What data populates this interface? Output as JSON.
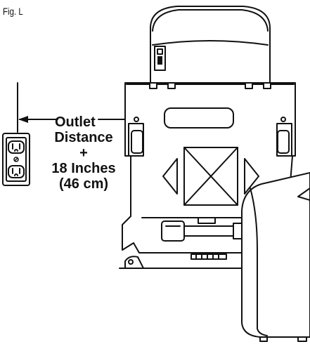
{
  "figure": {
    "label": "Fig. L"
  },
  "callout": {
    "line1": "Outlet",
    "line2": "Distance",
    "line3": "+",
    "line4": "18 Inches",
    "line5": "(46 cm)"
  },
  "icons": {
    "outlet": "wall-outlet-icon",
    "device": "device-rear-view-icon",
    "unit": "side-unit-icon"
  }
}
